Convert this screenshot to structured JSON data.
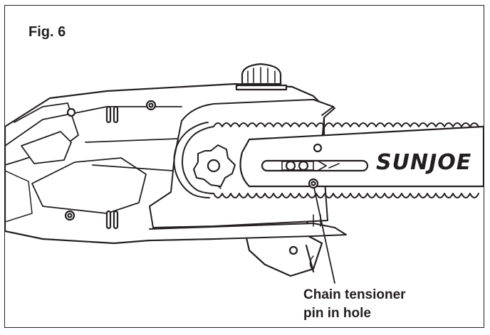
{
  "figure": {
    "label": "Fig. 6",
    "brand": "SUNJOE",
    "callout": {
      "line1": "Chain tensioner",
      "line2": "pin in hole"
    }
  },
  "colors": {
    "ink": "#231f20",
    "paper": "#ffffff"
  },
  "icons": [
    "knob-icon",
    "sprocket-icon",
    "chain-icon",
    "tensioner-pin-icon"
  ]
}
